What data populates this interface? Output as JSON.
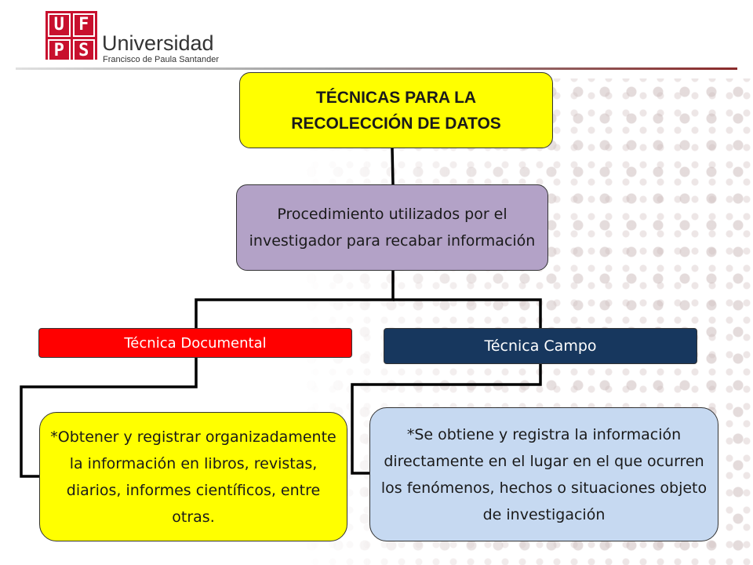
{
  "header": {
    "logo_letters": [
      "U",
      "F",
      "P",
      "S"
    ],
    "brand_name": "Universidad",
    "brand_subtitle": "Francisco de Paula Santander"
  },
  "diagram": {
    "root": "TÉCNICAS PARA LA RECOLECCIÓN DE DATOS",
    "definition": "Procedimiento utilizados por el investigador para recabar información",
    "branches": [
      {
        "title": "Técnica Documental",
        "description": "*Obtener  y registrar organizadamente la información en libros, revistas, diarios, informes científicos, entre otras."
      },
      {
        "title": "Técnica Campo",
        "description": "*Se obtiene y registra la información directamente en el lugar en el que ocurren los fenómenos, hechos o situaciones objeto de investigación"
      }
    ]
  },
  "colors": {
    "root_fill": "#ffff00",
    "definition_fill": "#b3a2c7",
    "documental_fill": "#ff0000",
    "campo_fill": "#17375e",
    "documental_desc_fill": "#ffff00",
    "campo_desc_fill": "#c6d9f1",
    "logo_red": "#c8102e"
  }
}
